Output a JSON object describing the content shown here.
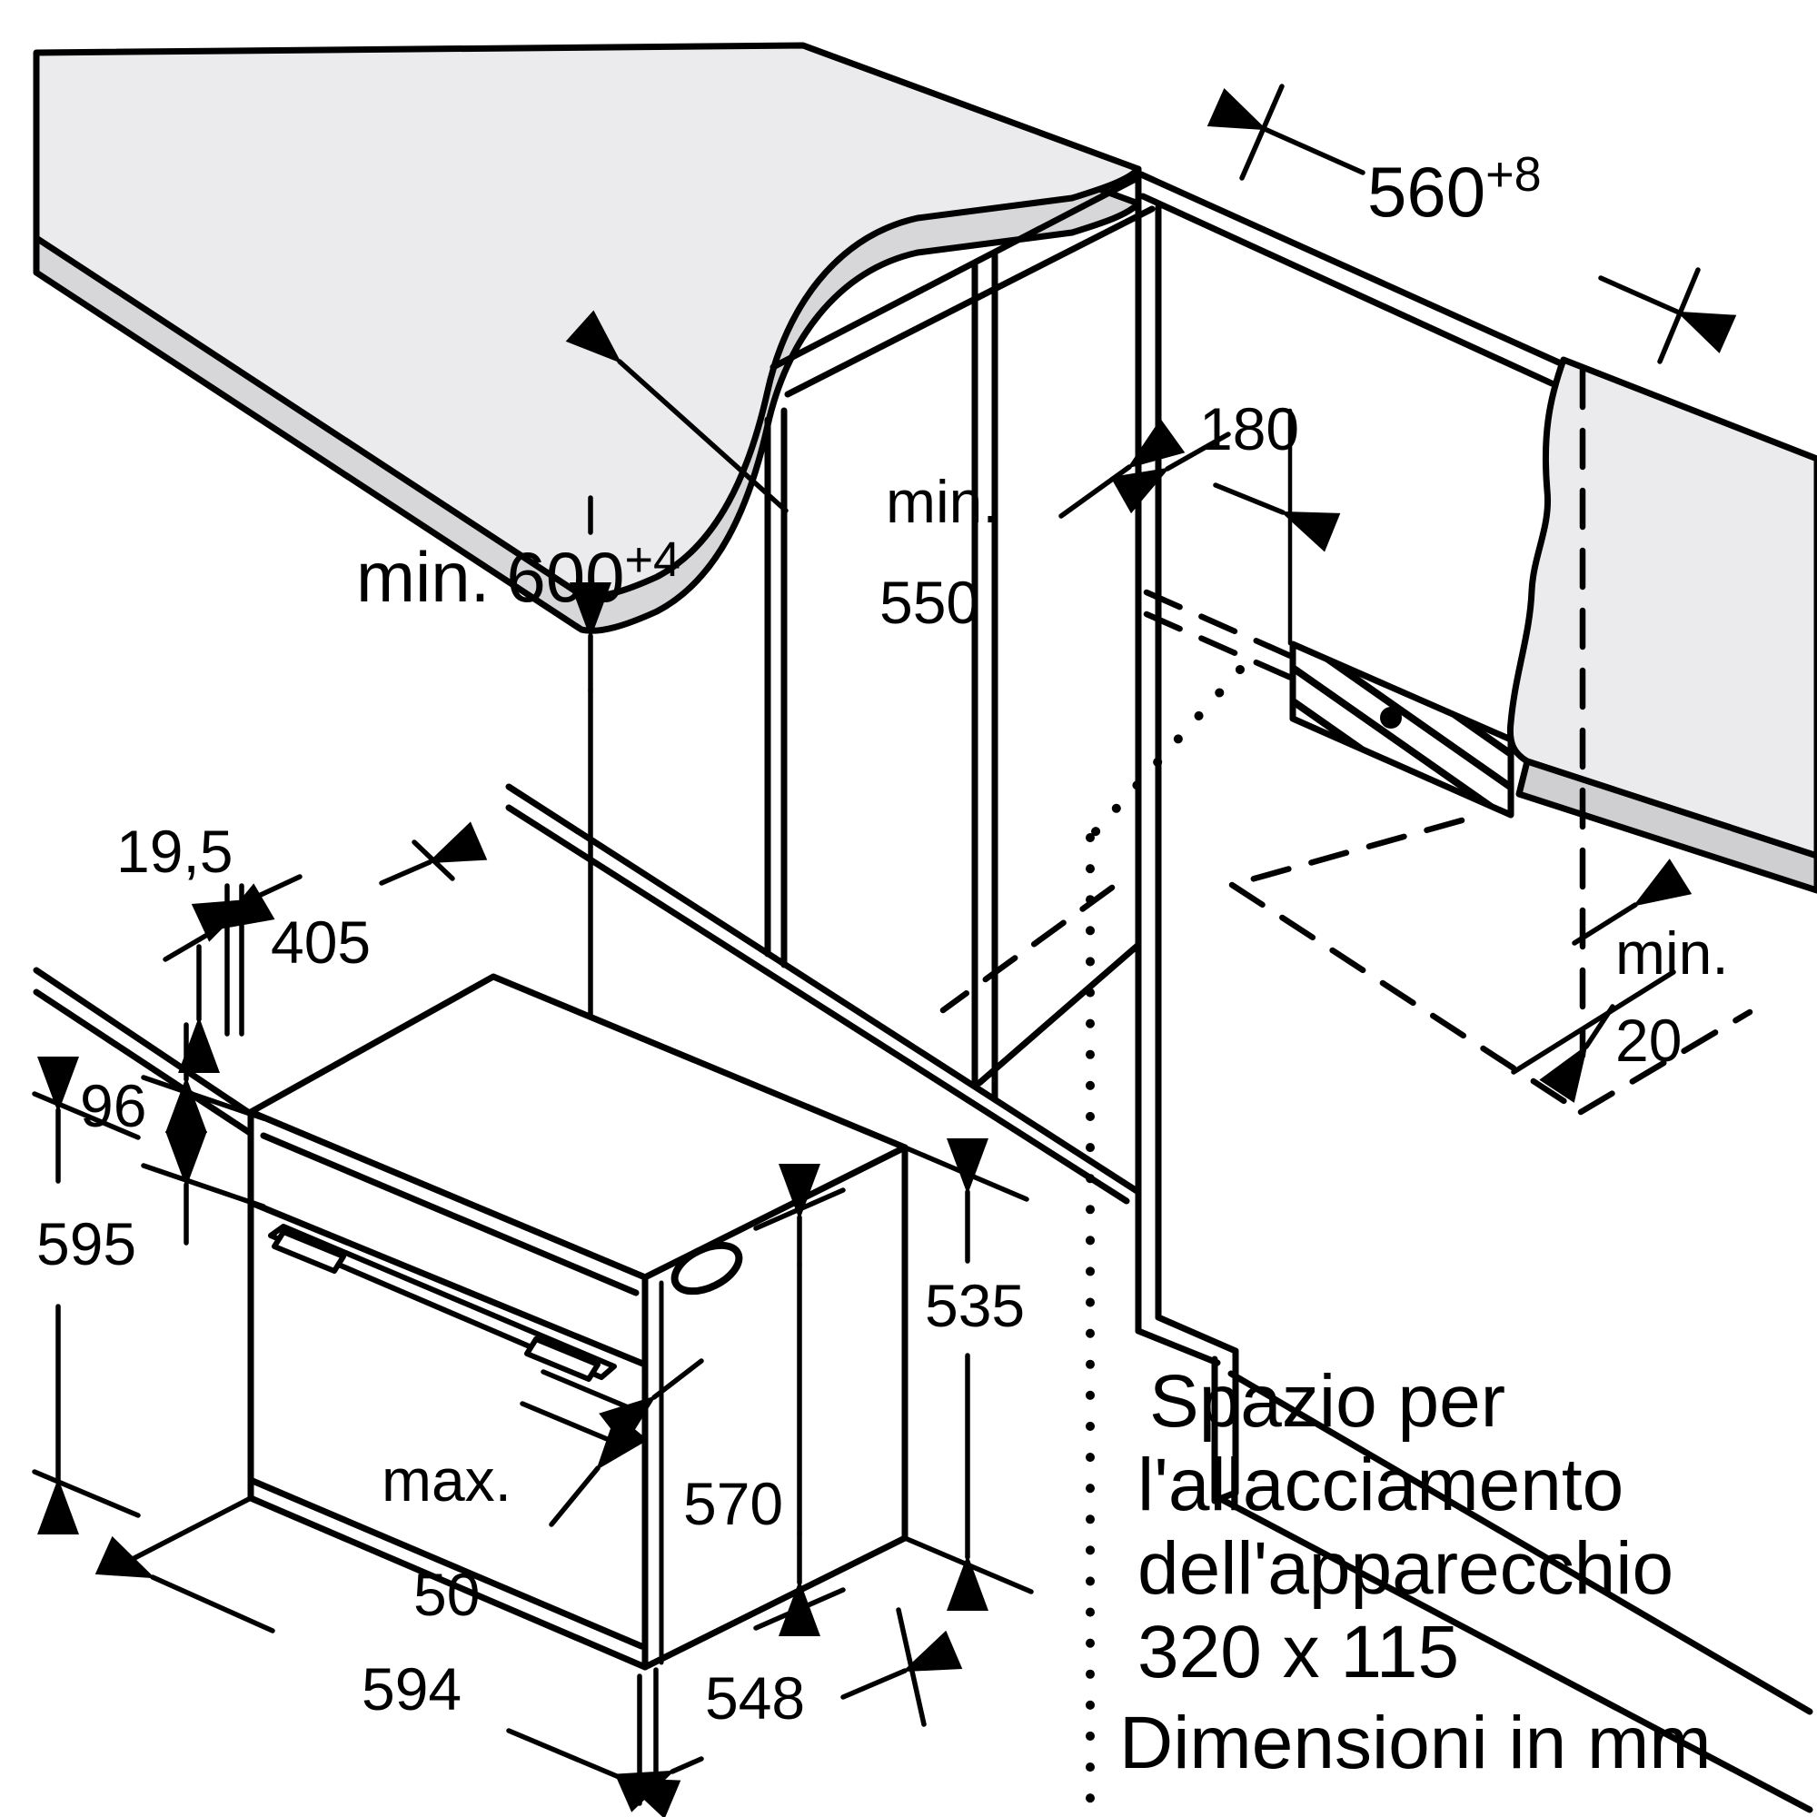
{
  "diagram": {
    "type": "appliance-installation-drawing",
    "units_note": "Dimensioni in mm",
    "connection_note": {
      "line1": "Spazio per",
      "line2": "l'allacciamento",
      "line3": "dell'apparecchio",
      "line4": "320 x 115"
    },
    "cabinet_section": {
      "niche_width": {
        "value": "560",
        "tol": "+8"
      },
      "niche_height": {
        "prefix": "min.",
        "value": "600",
        "tol": "+4"
      },
      "niche_depth": {
        "line1": "min.",
        "line2": "550"
      },
      "connection_offset": "180",
      "rear_gap": {
        "line1": "min.",
        "line2": "20"
      }
    },
    "oven_section": {
      "frame_depth": "19,5",
      "top_depth": "405",
      "panel_height": "96",
      "oven_height": "595",
      "handle_depth": {
        "line1": "max.",
        "line2": "50"
      },
      "interior_height": "570",
      "side_height": "535",
      "oven_width": "594",
      "oven_depth": "548"
    },
    "colors": {
      "line": "#000000",
      "background": "#ffffff",
      "counter_top": "#ebebed",
      "counter_edge": "#d7d7d9",
      "wall_face": "#ebebed",
      "wall_edge": "#cfcfd1"
    }
  }
}
